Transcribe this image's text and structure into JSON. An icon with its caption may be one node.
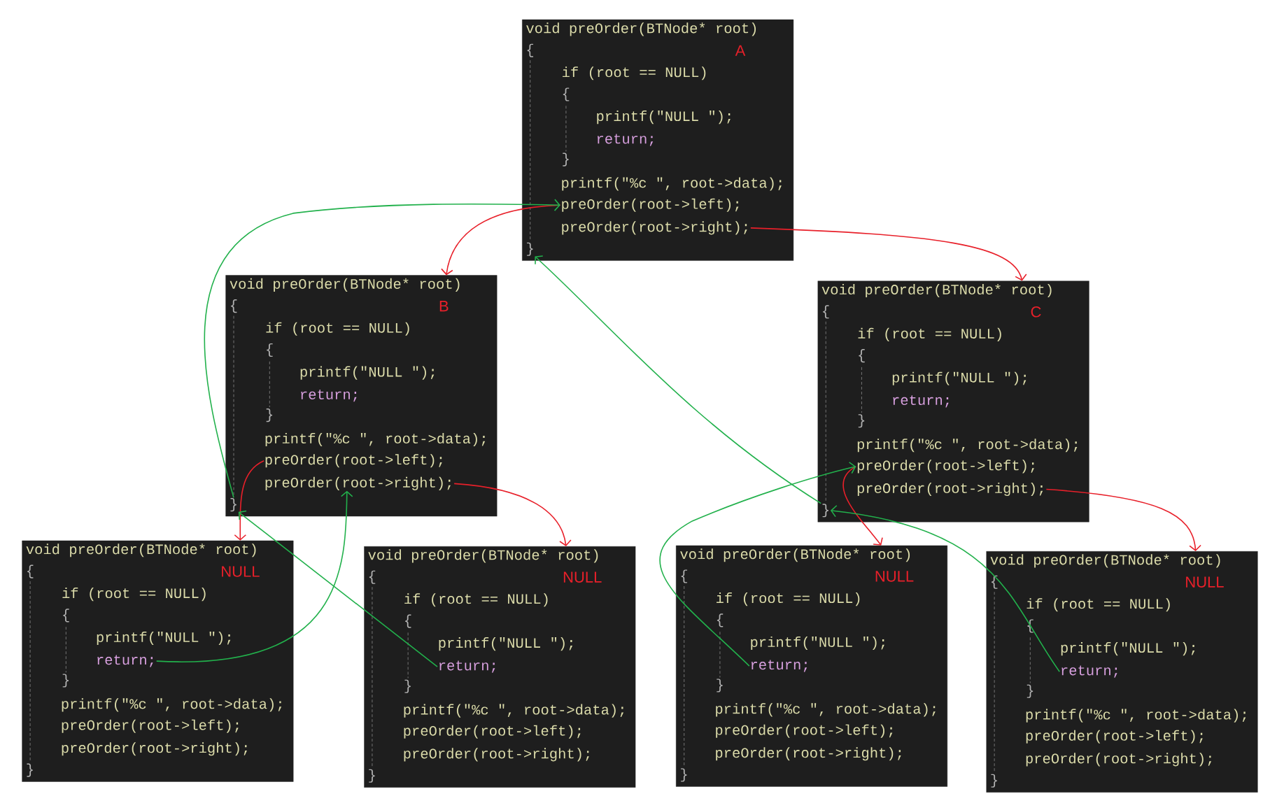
{
  "diagram": {
    "nodes": [
      {
        "text": [
          "A"
        ]
      },
      {
        "text": [
          "void preOrder(BTNode* root)"
        ],
        "in": 0
      },
      {
        "text": [
          "{"
        ],
        "in": 0
      },
      {
        "text": [
          "if (root == NULL)"
        ],
        "in": 0
      },
      {
        "text": [
          "{"
        ],
        "in": 0
      },
      {
        "text": [
          "printf(\"NULL \");"
        ],
        "in": 0
      },
      {
        "text": [
          "return;"
        ],
        "in": 0
      },
      {
        "text": [
          "}"
        ],
        "in": 0
      },
      {
        "text": [
          "printf(\"%c \", root->data);"
        ],
        "in": 0
      },
      {
        "text": [
          "preOrder(root->left);"
        ],
        "in": 0
      },
      {
        "text": [
          "preOrder(root->right);"
        ],
        "in": 0
      },
      {
        "text": [
          "}"
        ],
        "in": 0
      },
      {
        "text": [
          "B"
        ]
      },
      {
        "text": [
          "void preOrder(BTNode* root)"
        ],
        "in": 12
      },
      {
        "text": [
          "{"
        ],
        "in": 12
      },
      {
        "text": [
          "if (root == NULL)"
        ],
        "in": 12
      },
      {
        "text": [
          "{"
        ],
        "in": 12
      },
      {
        "text": [
          "printf(\"NULL \");"
        ],
        "in": 12
      },
      {
        "text": [
          "return;"
        ],
        "in": 12
      },
      {
        "text": [
          "}"
        ],
        "in": 12
      },
      {
        "text": [
          "printf(\"%c \", root->data);"
        ],
        "in": 12
      },
      {
        "text": [
          "preOrder(root->left);"
        ],
        "in": 12
      },
      {
        "text": [
          "preOrder(root->right);"
        ],
        "in": 12
      },
      {
        "text": [
          "}"
        ],
        "in": 12
      },
      {
        "text": [
          "C"
        ]
      },
      {
        "text": [
          "void preOrder(BTNode* root)"
        ],
        "in": 24
      },
      {
        "text": [
          "{"
        ],
        "in": 24
      },
      {
        "text": [
          "if (root == NULL)"
        ],
        "in": 24
      },
      {
        "text": [
          "{"
        ],
        "in": 24
      },
      {
        "text": [
          "printf(\"NULL \");"
        ],
        "in": 24
      },
      {
        "text": [
          "return;"
        ],
        "in": 24
      },
      {
        "text": [
          "}"
        ],
        "in": 24
      },
      {
        "text": [
          "printf(\"%c \", root->data);"
        ],
        "in": 24
      },
      {
        "text": [
          "preOrder(root->left);"
        ],
        "in": 24
      },
      {
        "text": [
          "preOrder(root->right);"
        ],
        "in": 24
      },
      {
        "text": [
          "}"
        ],
        "in": 24
      },
      {
        "text": [
          "NULL"
        ]
      },
      {
        "text": [
          "void preOrder(BTNode* root)"
        ],
        "in": 36
      },
      {
        "text": [
          "{"
        ],
        "in": 36
      },
      {
        "text": [
          "if (root == NULL)"
        ],
        "in": 36
      },
      {
        "text": [
          "{"
        ],
        "in": 36
      },
      {
        "text": [
          "printf(\"NULL \");"
        ],
        "in": 36
      },
      {
        "text": [
          "return;"
        ],
        "in": 36
      },
      {
        "text": [
          "}"
        ],
        "in": 36
      },
      {
        "text": [
          "printf(\"%c \", root->data);"
        ],
        "in": 36
      },
      {
        "text": [
          "preOrder(root->left);"
        ],
        "in": 36
      },
      {
        "text": [
          "preOrder(root->right);"
        ],
        "in": 36
      },
      {
        "text": [
          "}"
        ],
        "in": 36
      },
      {
        "text": [
          "NULL"
        ]
      },
      {
        "text": [
          "void preOrder(BTNode* root)"
        ],
        "in": 48
      },
      {
        "text": [
          "{"
        ],
        "in": 48
      },
      {
        "text": [
          "if (root == NULL)"
        ],
        "in": 48
      },
      {
        "text": [
          "{"
        ],
        "in": 48
      },
      {
        "text": [
          "printf(\"NULL \");"
        ],
        "in": 48
      },
      {
        "text": [
          "return;"
        ],
        "in": 48
      },
      {
        "text": [
          "}"
        ],
        "in": 48
      },
      {
        "text": [
          "printf(\"%c \", root->data);"
        ],
        "in": 48
      },
      {
        "text": [
          "preOrder(root->left);"
        ],
        "in": 48
      },
      {
        "text": [
          "preOrder(root->right);"
        ],
        "in": 48
      },
      {
        "text": [
          "}"
        ],
        "in": 48
      },
      {
        "text": [
          "NULL"
        ]
      },
      {
        "text": [
          "void preOrder(BTNode* root)"
        ],
        "in": 60
      },
      {
        "text": [
          "{"
        ],
        "in": 60
      },
      {
        "text": [
          "if (root == NULL)"
        ],
        "in": 60
      },
      {
        "text": [
          "{"
        ],
        "in": 60
      },
      {
        "text": [
          "printf(\"NULL \");"
        ],
        "in": 60
      },
      {
        "text": [
          "return;"
        ],
        "in": 60
      },
      {
        "text": [
          "}"
        ],
        "in": 60
      },
      {
        "text": [
          "printf(\"%c \", root->data);"
        ],
        "in": 60
      },
      {
        "text": [
          "preOrder(root->left);"
        ],
        "in": 60
      },
      {
        "text": [
          "preOrder(root->right);"
        ],
        "in": 60
      },
      {
        "text": [
          "}"
        ],
        "in": 60
      },
      {
        "text": [
          "NULL"
        ]
      },
      {
        "text": [
          "void preOrder(BTNode* root)"
        ],
        "in": 72
      },
      {
        "text": [
          "{"
        ],
        "in": 72
      },
      {
        "text": [
          "if (root == NULL)"
        ],
        "in": 72
      },
      {
        "text": [
          "{"
        ],
        "in": 72
      },
      {
        "text": [
          "printf(\"NULL \");"
        ],
        "in": 72
      },
      {
        "text": [
          "return;"
        ],
        "in": 72
      },
      {
        "text": [
          "}"
        ],
        "in": 72
      },
      {
        "text": [
          "printf(\"%c \", root->data);"
        ],
        "in": 72
      },
      {
        "text": [
          "preOrder(root->left);"
        ],
        "in": 72
      },
      {
        "text": [
          "preOrder(root->right);"
        ],
        "in": 72
      },
      {
        "text": [
          "}"
        ],
        "in": 72
      }
    ],
    "edges": [
      {
        "from": 9,
        "to": 12,
        "arrow": "to",
        "color": "#e8202a"
      },
      {
        "from": 10,
        "to": 24,
        "arrow": "to",
        "color": "#e8202a"
      },
      {
        "from": 21,
        "to": 36,
        "arrow": "to",
        "color": "#e8202a"
      },
      {
        "from": 22,
        "to": 48,
        "arrow": "to",
        "color": "#e8202a"
      },
      {
        "from": 33,
        "to": 60,
        "arrow": "to",
        "color": "#e8202a"
      },
      {
        "from": 34,
        "to": 72,
        "arrow": "to",
        "color": "#e8202a"
      },
      {
        "from": 42,
        "to": 22,
        "arrow": "to",
        "color": "#22b14c"
      },
      {
        "from": 54,
        "to": 23,
        "arrow": "to",
        "color": "#22b14c"
      },
      {
        "from": 23,
        "to": 9,
        "arrow": "to",
        "color": "#22b14c"
      },
      {
        "from": 66,
        "to": 33,
        "arrow": "to",
        "color": "#22b14c"
      },
      {
        "from": 78,
        "to": 35,
        "arrow": "to",
        "color": "#22b14c"
      },
      {
        "from": 35,
        "to": 11,
        "arrow": "to",
        "color": "#22b14c"
      }
    ]
  }
}
